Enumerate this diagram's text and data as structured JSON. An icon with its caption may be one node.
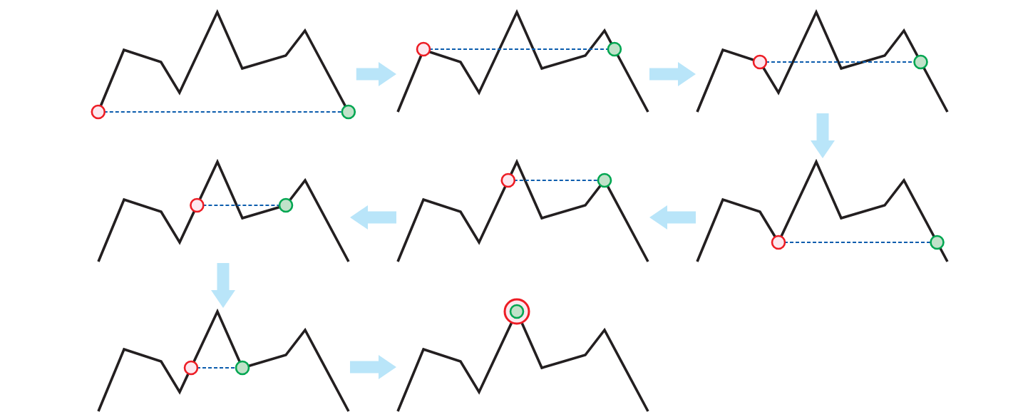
{
  "diagram": {
    "nodes": [
      {
        "text": [],
        "shape": "picture"
      },
      {
        "text": [],
        "shape": "picture"
      },
      {
        "text": [],
        "shape": "picture"
      },
      {
        "text": [],
        "shape": "picture"
      },
      {
        "text": [],
        "shape": "picture"
      },
      {
        "text": [],
        "shape": "picture"
      },
      {
        "text": [],
        "shape": "picture"
      },
      {
        "text": [],
        "shape": "picture"
      }
    ],
    "edges": [
      {
        "from": 0,
        "to": 1,
        "arrow": "to"
      },
      {
        "from": 1,
        "to": 2,
        "arrow": "to"
      },
      {
        "from": 2,
        "to": 5,
        "arrow": "to"
      },
      {
        "from": 5,
        "to": 4,
        "arrow": "to"
      },
      {
        "from": 4,
        "to": 3,
        "arrow": "to"
      },
      {
        "from": 3,
        "to": 6,
        "arrow": "to"
      },
      {
        "from": 6,
        "to": 7,
        "arrow": "to"
      }
    ]
  }
}
